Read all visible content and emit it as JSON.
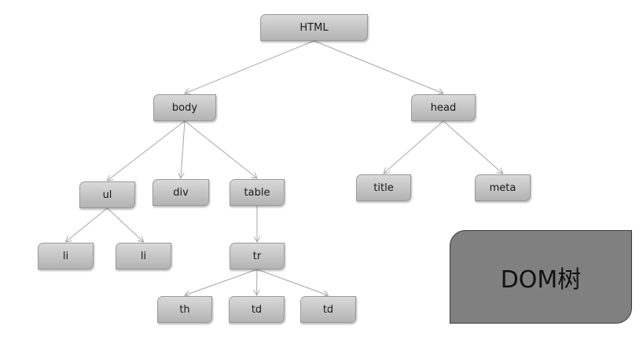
{
  "nodes": {
    "html": "HTML",
    "body": "body",
    "head": "head",
    "ul": "ul",
    "div": "div",
    "table": "table",
    "title": "title",
    "meta": "meta",
    "li1": "li",
    "li2": "li",
    "tr": "tr",
    "th": "th",
    "td1": "td",
    "td2": "td"
  },
  "label": "DOM树",
  "edges": [
    [
      "html",
      "body"
    ],
    [
      "html",
      "head"
    ],
    [
      "body",
      "ul"
    ],
    [
      "body",
      "div"
    ],
    [
      "body",
      "table"
    ],
    [
      "head",
      "title"
    ],
    [
      "head",
      "meta"
    ],
    [
      "ul",
      "li1"
    ],
    [
      "ul",
      "li2"
    ],
    [
      "table",
      "tr"
    ],
    [
      "tr",
      "th"
    ],
    [
      "tr",
      "td1"
    ],
    [
      "tr",
      "td2"
    ]
  ],
  "colors": {
    "edge": "#a6a6a6",
    "node_fill": "#c8c8c8",
    "label_box": "#808080"
  }
}
